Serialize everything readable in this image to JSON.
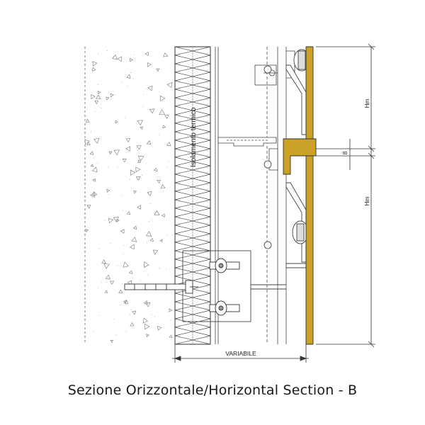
{
  "diagram": {
    "insulation_label": "Isolamento termico",
    "variable_label": "VARIABILE",
    "dim_hm_top": "Hm",
    "dim_hm_bottom": "Hm",
    "dim_joint": "8"
  },
  "caption": "Sezione Orizzontale/Horizontal Section - B",
  "colors": {
    "panel": "#c9a227",
    "line": "#333333",
    "concrete_dots": "#777777"
  }
}
